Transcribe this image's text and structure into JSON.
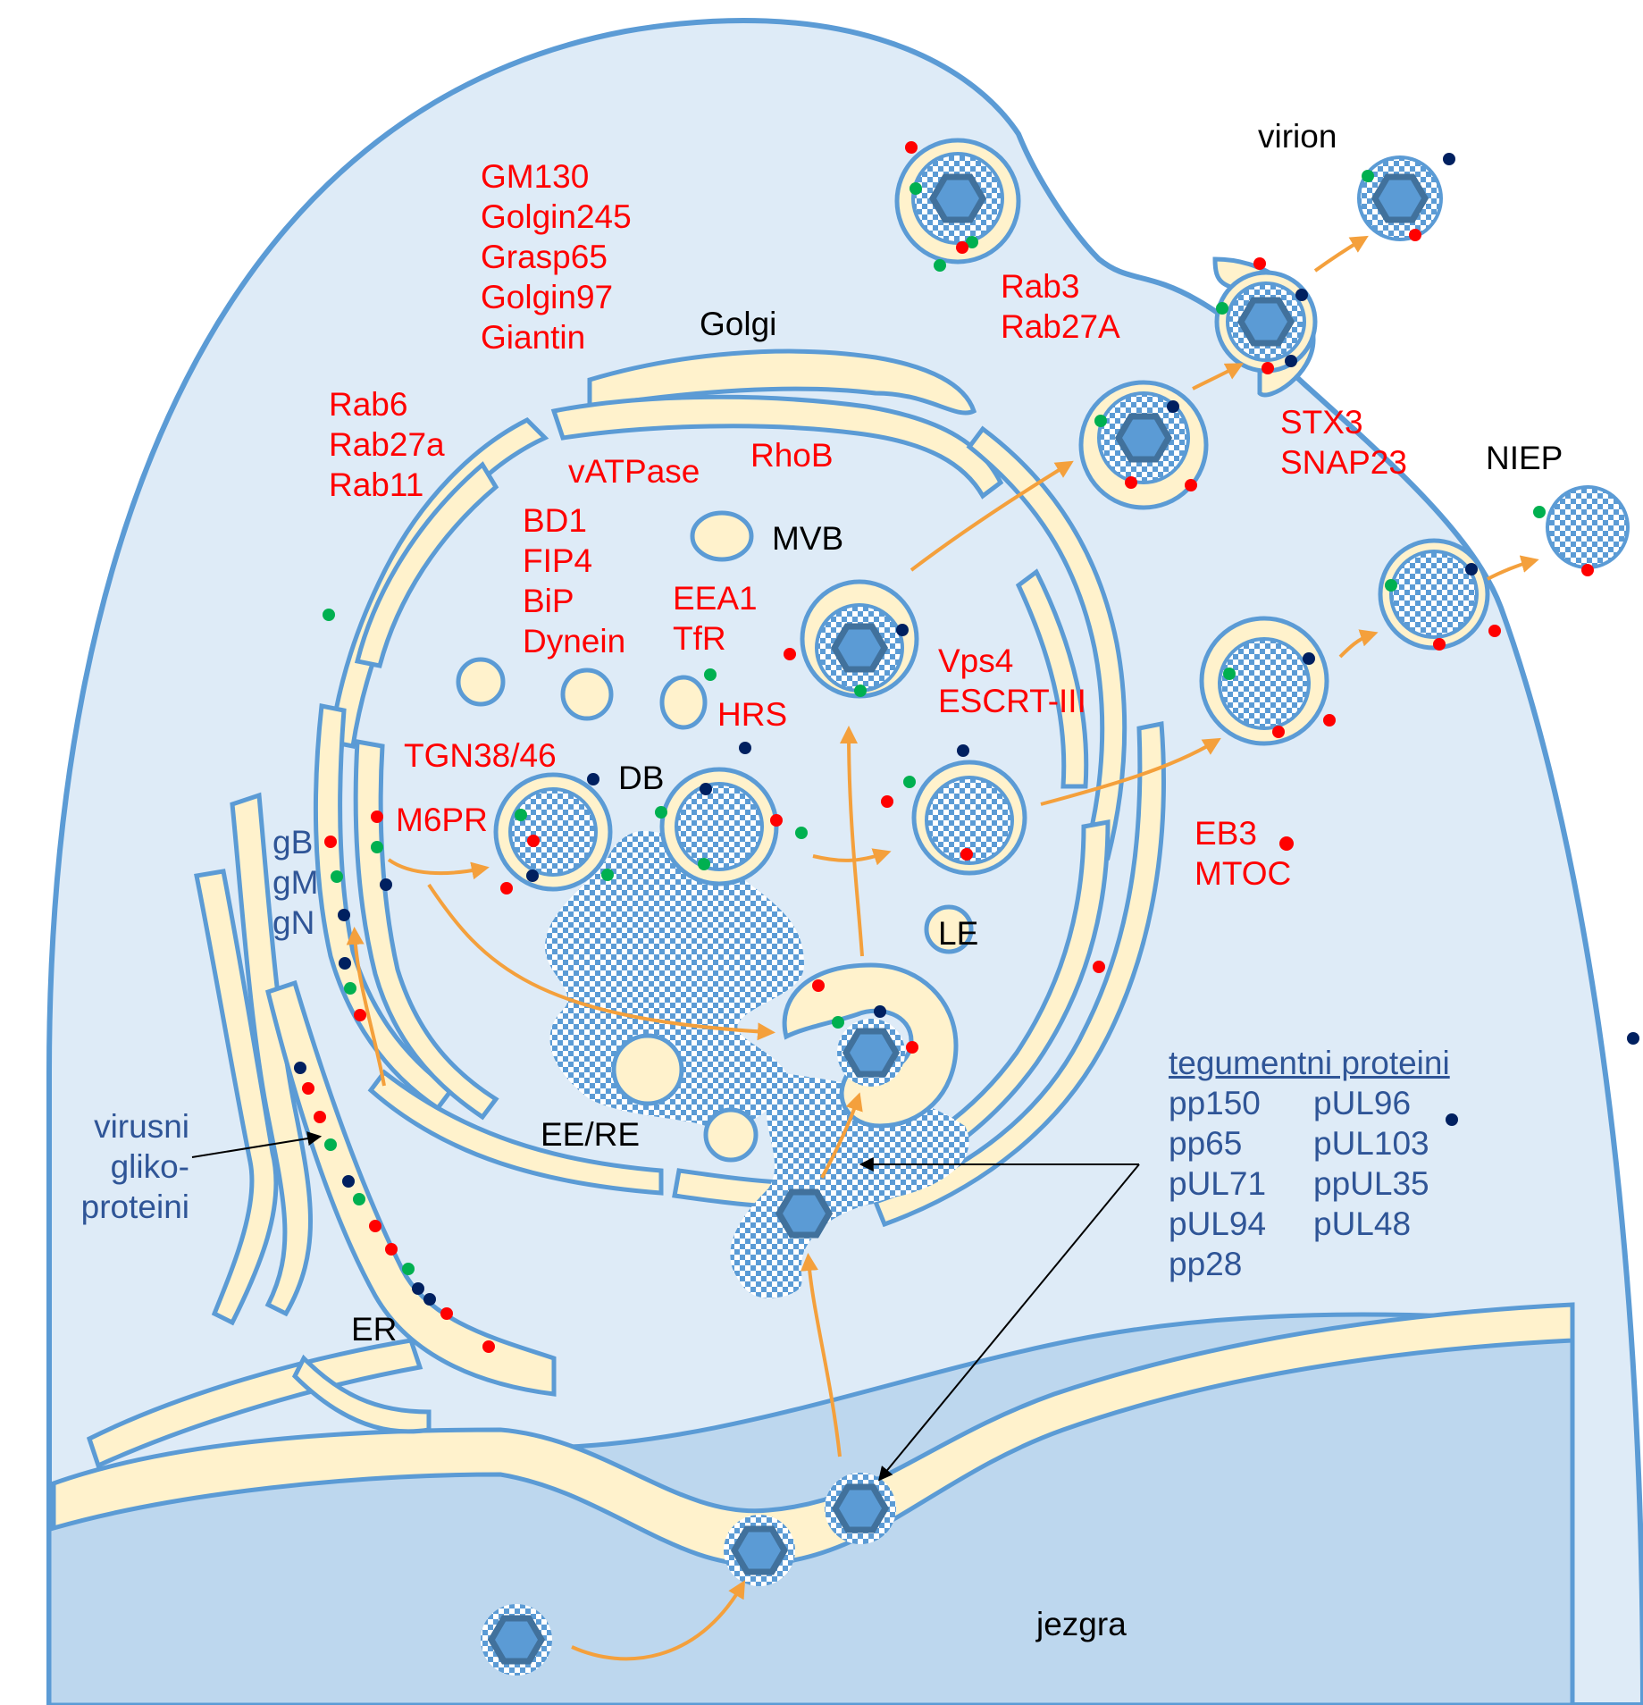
{
  "colors": {
    "membrane": "#5b9bd5",
    "lumen": "#fff2cc",
    "cytoplasm": "#deebf7",
    "nucleus": "#bdd7ee",
    "arrow": "#f4a03c",
    "host_protein_text": "#ff0000",
    "viral_protein_text": "#2f5597",
    "dot_red": "#ff0000",
    "dot_green": "#00b050",
    "dot_navy": "#002060"
  },
  "organelles": {
    "golgi": "Golgi",
    "er": "ER",
    "nucleus": "jezgra",
    "mvb": "MVB",
    "le": "LE",
    "ee_re": "EE/RE",
    "db": "DB",
    "virion": "virion",
    "niep": "NIEP"
  },
  "host_proteins": {
    "golgi_markers": [
      "GM130",
      "Golgin245",
      "Grasp65",
      "Golgin97",
      "Giantin"
    ],
    "rab_group": [
      "Rab6",
      "Rab27a",
      "Rab11"
    ],
    "vatpase": "vATPase",
    "rhob": "RhoB",
    "bd1_group": [
      "BD1",
      "FIP4",
      "BiP",
      "Dynein"
    ],
    "eea1_group": [
      "EEA1",
      "TfR"
    ],
    "hrs": "HRS",
    "vps_group": [
      "Vps4",
      "ESCRT-III"
    ],
    "tgn_group": [
      "TGN38/46",
      "M6PR"
    ],
    "rab3_group": [
      "Rab3",
      "Rab27A"
    ],
    "stx_group": [
      "STX3",
      "SNAP23"
    ],
    "eb3_group": [
      "EB3",
      "MTOC"
    ]
  },
  "viral_glycoproteins": {
    "list": [
      "gB",
      "gM",
      "gN"
    ],
    "caption": [
      "virusni",
      "gliko-",
      "proteini"
    ]
  },
  "tegument": {
    "heading": "tegumentni proteini",
    "col1": [
      "pp150",
      "pp65",
      "pUL71",
      "pUL94",
      "pp28"
    ],
    "col2": [
      "pUL96",
      "pUL103",
      "ppUL35",
      "pUL48"
    ]
  }
}
